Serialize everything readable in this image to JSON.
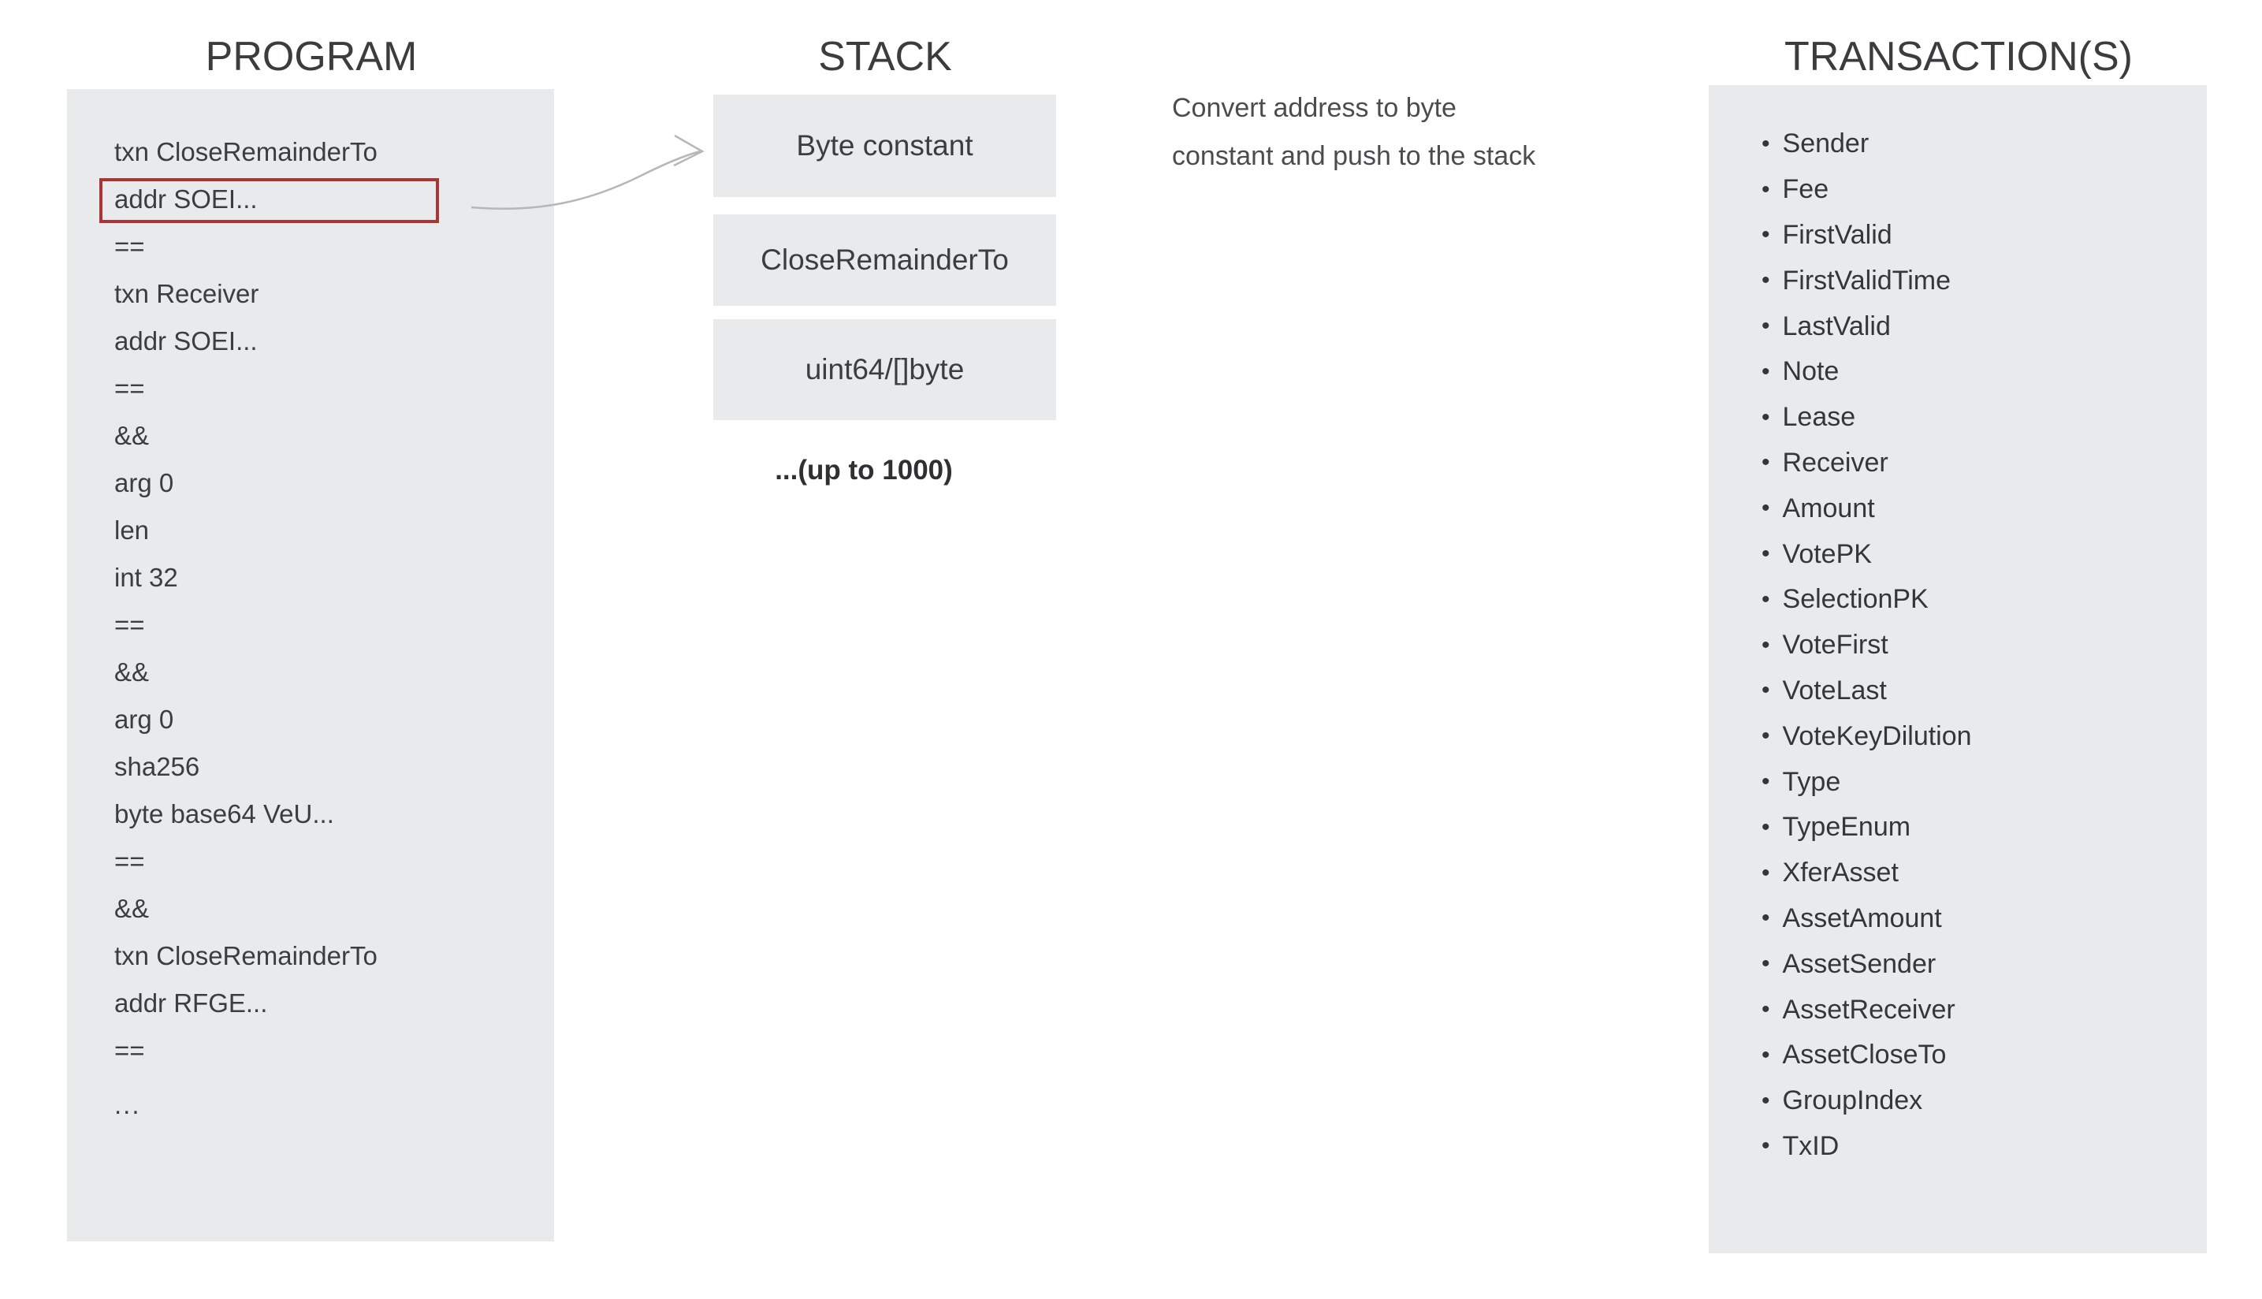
{
  "program": {
    "title": "PROGRAM",
    "lines": [
      "txn CloseRemainderTo",
      "addr SOEI...",
      "==",
      "txn Receiver",
      "addr SOEI...",
      "==",
      "&&",
      "arg 0",
      "len",
      "int 32",
      "==",
      "&&",
      "arg 0",
      "sha256",
      "byte base64 VeU...",
      "==",
      "&&",
      "txn CloseRemainderTo",
      "addr RFGE...",
      "==",
      "..."
    ],
    "highlighted_line": "addr SOEI...",
    "highlighted_line_index": 1
  },
  "stack": {
    "title": "STACK",
    "boxes": [
      "Byte constant",
      "CloseRemainderTo",
      "uint64/[]byte"
    ],
    "overflow_note": "...(up to 1000)"
  },
  "annotation": {
    "lines": [
      "Convert address to byte",
      "constant and push to the stack"
    ]
  },
  "transactions": {
    "title": "TRANSACTION(S)",
    "bullet": "•",
    "fields": [
      "Sender",
      "Fee",
      "FirstValid",
      "FirstValidTime",
      "LastValid",
      "Note",
      "Lease",
      "Receiver",
      "Amount",
      "VotePK",
      "SelectionPK",
      "VoteFirst",
      "VoteLast",
      "VoteKeyDilution",
      "Type",
      "TypeEnum",
      "XferAsset",
      "AssetAmount",
      "AssetSender",
      "AssetReceiver",
      "AssetCloseTo",
      "GroupIndex",
      "TxID"
    ]
  },
  "colors": {
    "canvas_bg": "#ffffff",
    "panel_bg": "#e8eaec",
    "title_text": "#3a3c3e",
    "code_text": "#3b3d3f",
    "stack_text": "#3b3d3f",
    "annotation_text": "#4a4c4e",
    "transaction_text": "#343639",
    "note_text": "#2e3032",
    "highlight_border": "#a83636",
    "arrow_stroke": "#b7b7b7"
  }
}
